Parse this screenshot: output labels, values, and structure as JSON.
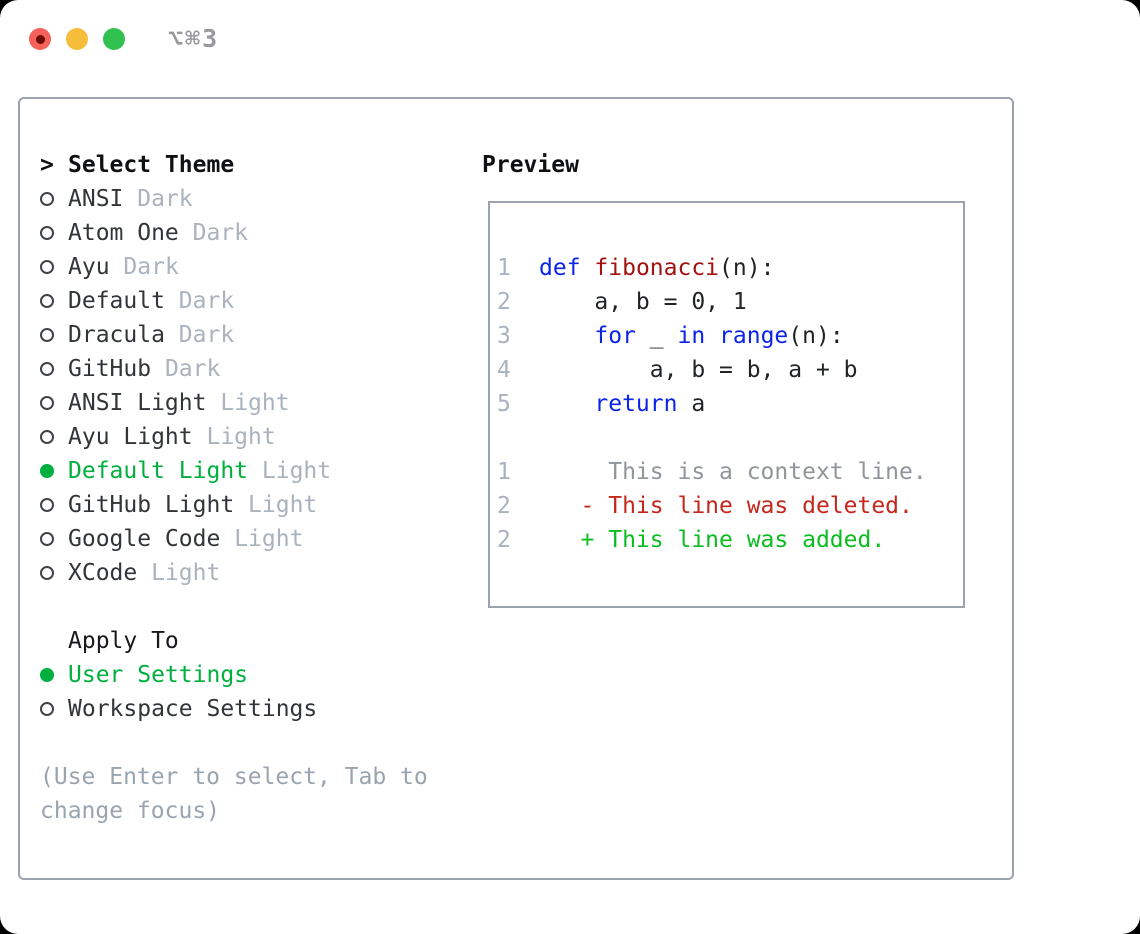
{
  "window": {
    "titlebar": {
      "shortcut": "⌥⌘3"
    }
  },
  "colors": {
    "accent_green": "#00af3d",
    "added_green": "#0bbd20",
    "deleted_red": "#c5271d",
    "keyword_blue": "#0b24e8",
    "function_red": "#a31212",
    "context_gray": "#90959b",
    "muted_gray": "#a9b2bd",
    "hint_gray": "#9aa4af",
    "border_gray": "#9aa3ad",
    "traffic_red": "#f4605a",
    "traffic_yellow": "#f6bd3a",
    "traffic_green": "#30c14e"
  },
  "theme_picker": {
    "cursor": ">",
    "header": "Select Theme",
    "items": [
      {
        "name": "ANSI",
        "tag": "Dark",
        "selected": false
      },
      {
        "name": "Atom One",
        "tag": "Dark",
        "selected": false
      },
      {
        "name": "Ayu",
        "tag": "Dark",
        "selected": false
      },
      {
        "name": "Default",
        "tag": "Dark",
        "selected": false
      },
      {
        "name": "Dracula",
        "tag": "Dark",
        "selected": false
      },
      {
        "name": "GitHub",
        "tag": "Dark",
        "selected": false
      },
      {
        "name": "ANSI Light",
        "tag": "Light",
        "selected": false
      },
      {
        "name": "Ayu Light",
        "tag": "Light",
        "selected": false
      },
      {
        "name": "Default Light",
        "tag": "Light",
        "selected": true
      },
      {
        "name": "GitHub Light",
        "tag": "Light",
        "selected": false
      },
      {
        "name": "Google Code",
        "tag": "Light",
        "selected": false
      },
      {
        "name": "XCode",
        "tag": "Light",
        "selected": false
      }
    ],
    "apply_to": {
      "header": "Apply To",
      "options": [
        {
          "name": "User Settings",
          "selected": true
        },
        {
          "name": "Workspace Settings",
          "selected": false
        }
      ]
    },
    "hint": "(Use Enter to select, Tab to change focus)"
  },
  "preview": {
    "header": "Preview",
    "code_lines": [
      {
        "num": "1",
        "tokens": [
          [
            "def",
            "kw"
          ],
          [
            " ",
            "pl"
          ],
          [
            "fibonacci",
            "fn"
          ],
          [
            "(n):",
            "pl"
          ]
        ]
      },
      {
        "num": "2",
        "tokens": [
          [
            "    a, b = 0, 1",
            "pl"
          ]
        ]
      },
      {
        "num": "3",
        "tokens": [
          [
            "    ",
            "pl"
          ],
          [
            "for",
            "kw"
          ],
          [
            " _ ",
            "pl"
          ],
          [
            "in",
            "kw"
          ],
          [
            " ",
            "pl"
          ],
          [
            "range",
            "kw"
          ],
          [
            "(n):",
            "pl"
          ]
        ]
      },
      {
        "num": "4",
        "tokens": [
          [
            "        a, b = b, a + b",
            "pl"
          ]
        ]
      },
      {
        "num": "5",
        "tokens": [
          [
            "    ",
            "pl"
          ],
          [
            "return",
            "kw"
          ],
          [
            " a",
            "pl"
          ]
        ]
      }
    ],
    "diff_lines": [
      {
        "num": "1",
        "kind": "context",
        "text": "     This is a context line."
      },
      {
        "num": "2",
        "kind": "deleted",
        "text": "   - This line was deleted."
      },
      {
        "num": "2",
        "kind": "added",
        "text": "   + This line was added."
      }
    ]
  }
}
